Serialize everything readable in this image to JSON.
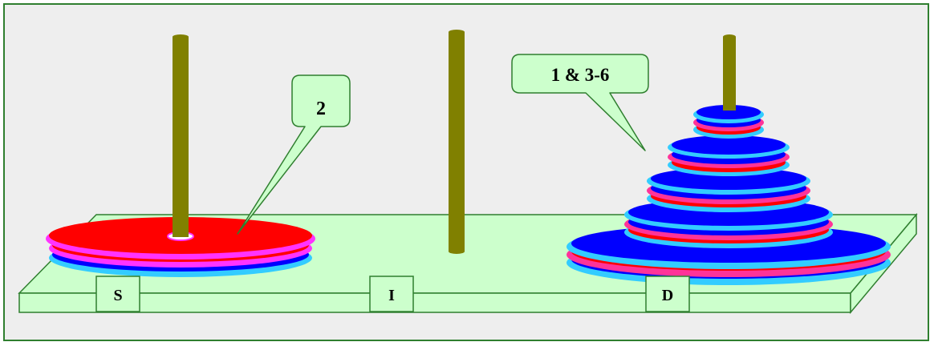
{
  "pegs": [
    {
      "id": "S",
      "label": "S"
    },
    {
      "id": "I",
      "label": "I"
    },
    {
      "id": "D",
      "label": "D"
    }
  ],
  "callouts": [
    {
      "text": "2"
    },
    {
      "text": "1 & 3-6"
    }
  ],
  "colors": {
    "frame_border": "#2f7f2f",
    "background": "#eeeeee",
    "board": "#ccffcc",
    "board_outline": "#2f7f2f",
    "peg": "#808000",
    "disc_blue": "#0000ff",
    "disc_red": "#ff0000",
    "disc_pink": "#ff3399",
    "disc_cyan": "#33ccff",
    "disc_magenta": "#ff33ff"
  }
}
